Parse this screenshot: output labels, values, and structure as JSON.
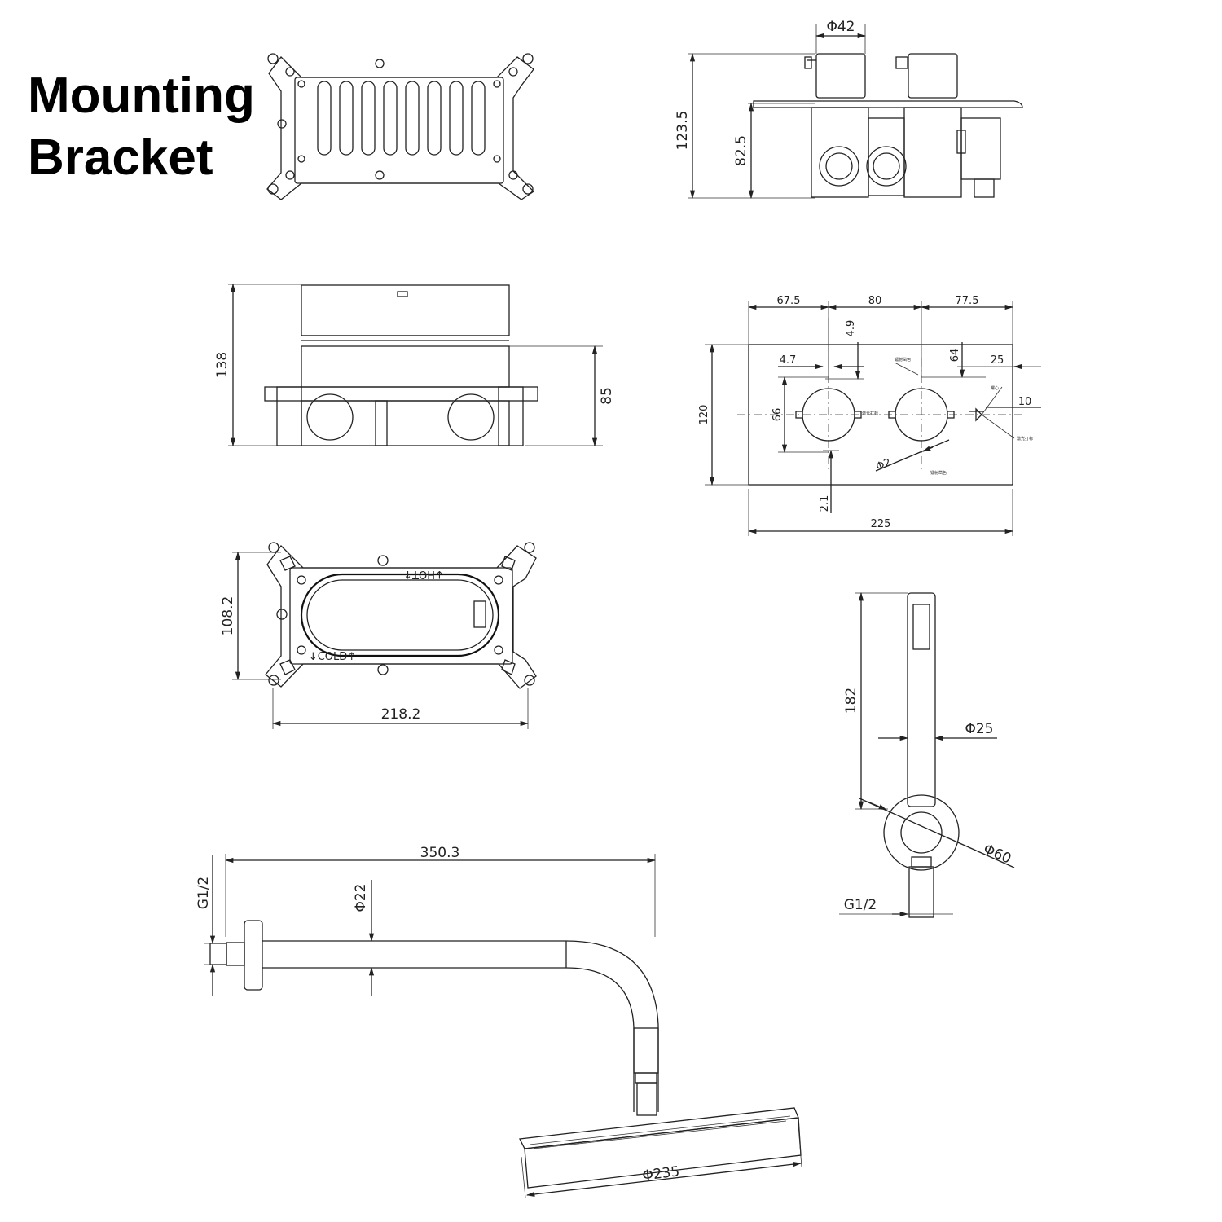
{
  "title": {
    "line1": "Mounting",
    "line2": "Bracket"
  },
  "valve_side": {
    "d_knob": "Φ42",
    "h_total": "123.5",
    "h_body": "82.5"
  },
  "box_side": {
    "h_total": "138",
    "h_body": "85"
  },
  "faceplate": {
    "w_left": "67.5",
    "w_mid": "80",
    "w_right": "77.5",
    "d_4_9": "4.9",
    "d_4_7": "4.7",
    "d_64": "64",
    "d_25": "25",
    "d_10": "10",
    "h_plate": "120",
    "d_66": "66",
    "d_phi2": "Φ2",
    "d_2_1": "2.1",
    "w_total": "225"
  },
  "bracket_front": {
    "h": "108.2",
    "w": "218.2",
    "label_hot": "↓HOT↑",
    "label_cold": "↓COLD↑"
  },
  "hand_shower": {
    "h": "182",
    "d_handle": "Φ25",
    "d_wall": "Φ60",
    "thread": "G1/2"
  },
  "arm": {
    "length": "350.3",
    "thread": "G1/2",
    "d_pipe": "Φ22",
    "d_head": "Φ235"
  }
}
